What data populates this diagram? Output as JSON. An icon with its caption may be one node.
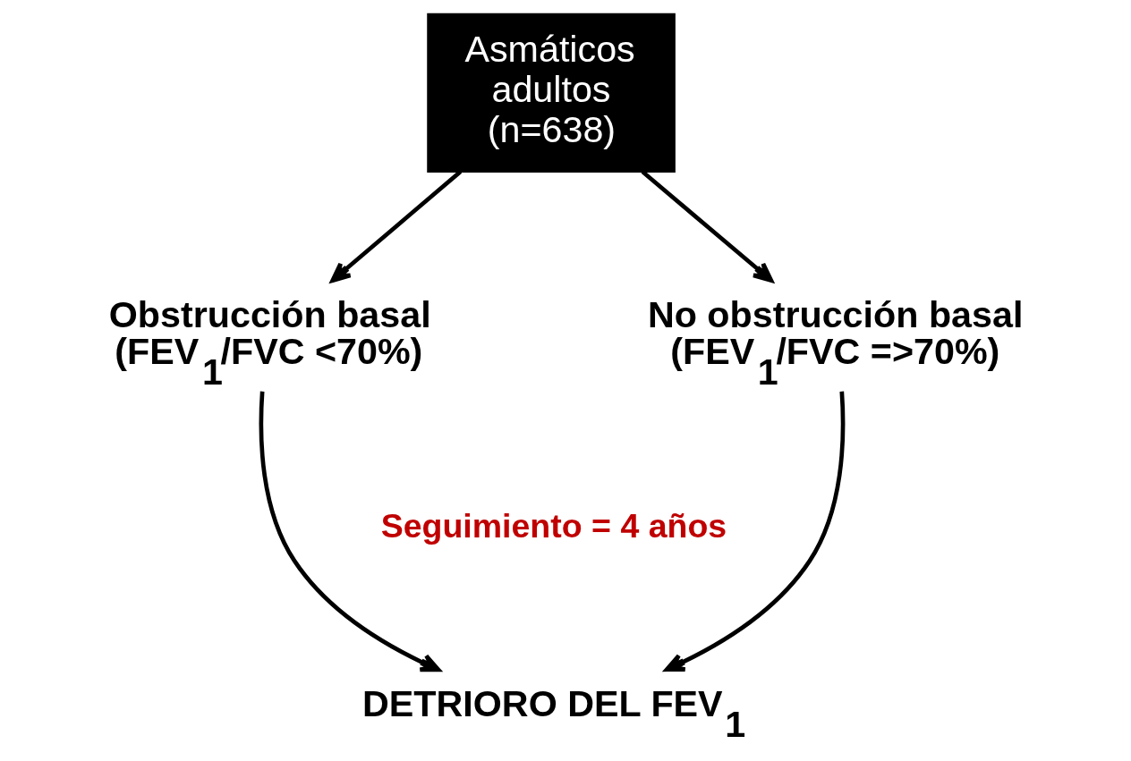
{
  "diagram": {
    "nodes": [
      {
        "text": [
          "Asmáticos adultos (n=638)"
        ]
      },
      {
        "text": [
          "Obstrucción basal",
          "(FEV$_{1}$/FVC <70%)"
        ]
      },
      {
        "text": [
          "No obstrucción basal",
          "(FEV$_{1}$/FVC =>70%)"
        ]
      },
      {
        "text": [
          "DETRIORO DEL FEV$_{1}$"
        ]
      }
    ],
    "edges": [
      {
        "from": 0,
        "to": 1,
        "arrow": "to"
      },
      {
        "from": 0,
        "to": 2,
        "arrow": "to"
      },
      {
        "from": 1,
        "to": 3,
        "arrow": "to"
      },
      {
        "from": 2,
        "to": 3,
        "arrow": "to"
      }
    ],
    "labels": [
      "Seguimiento = 4 años"
    ]
  }
}
